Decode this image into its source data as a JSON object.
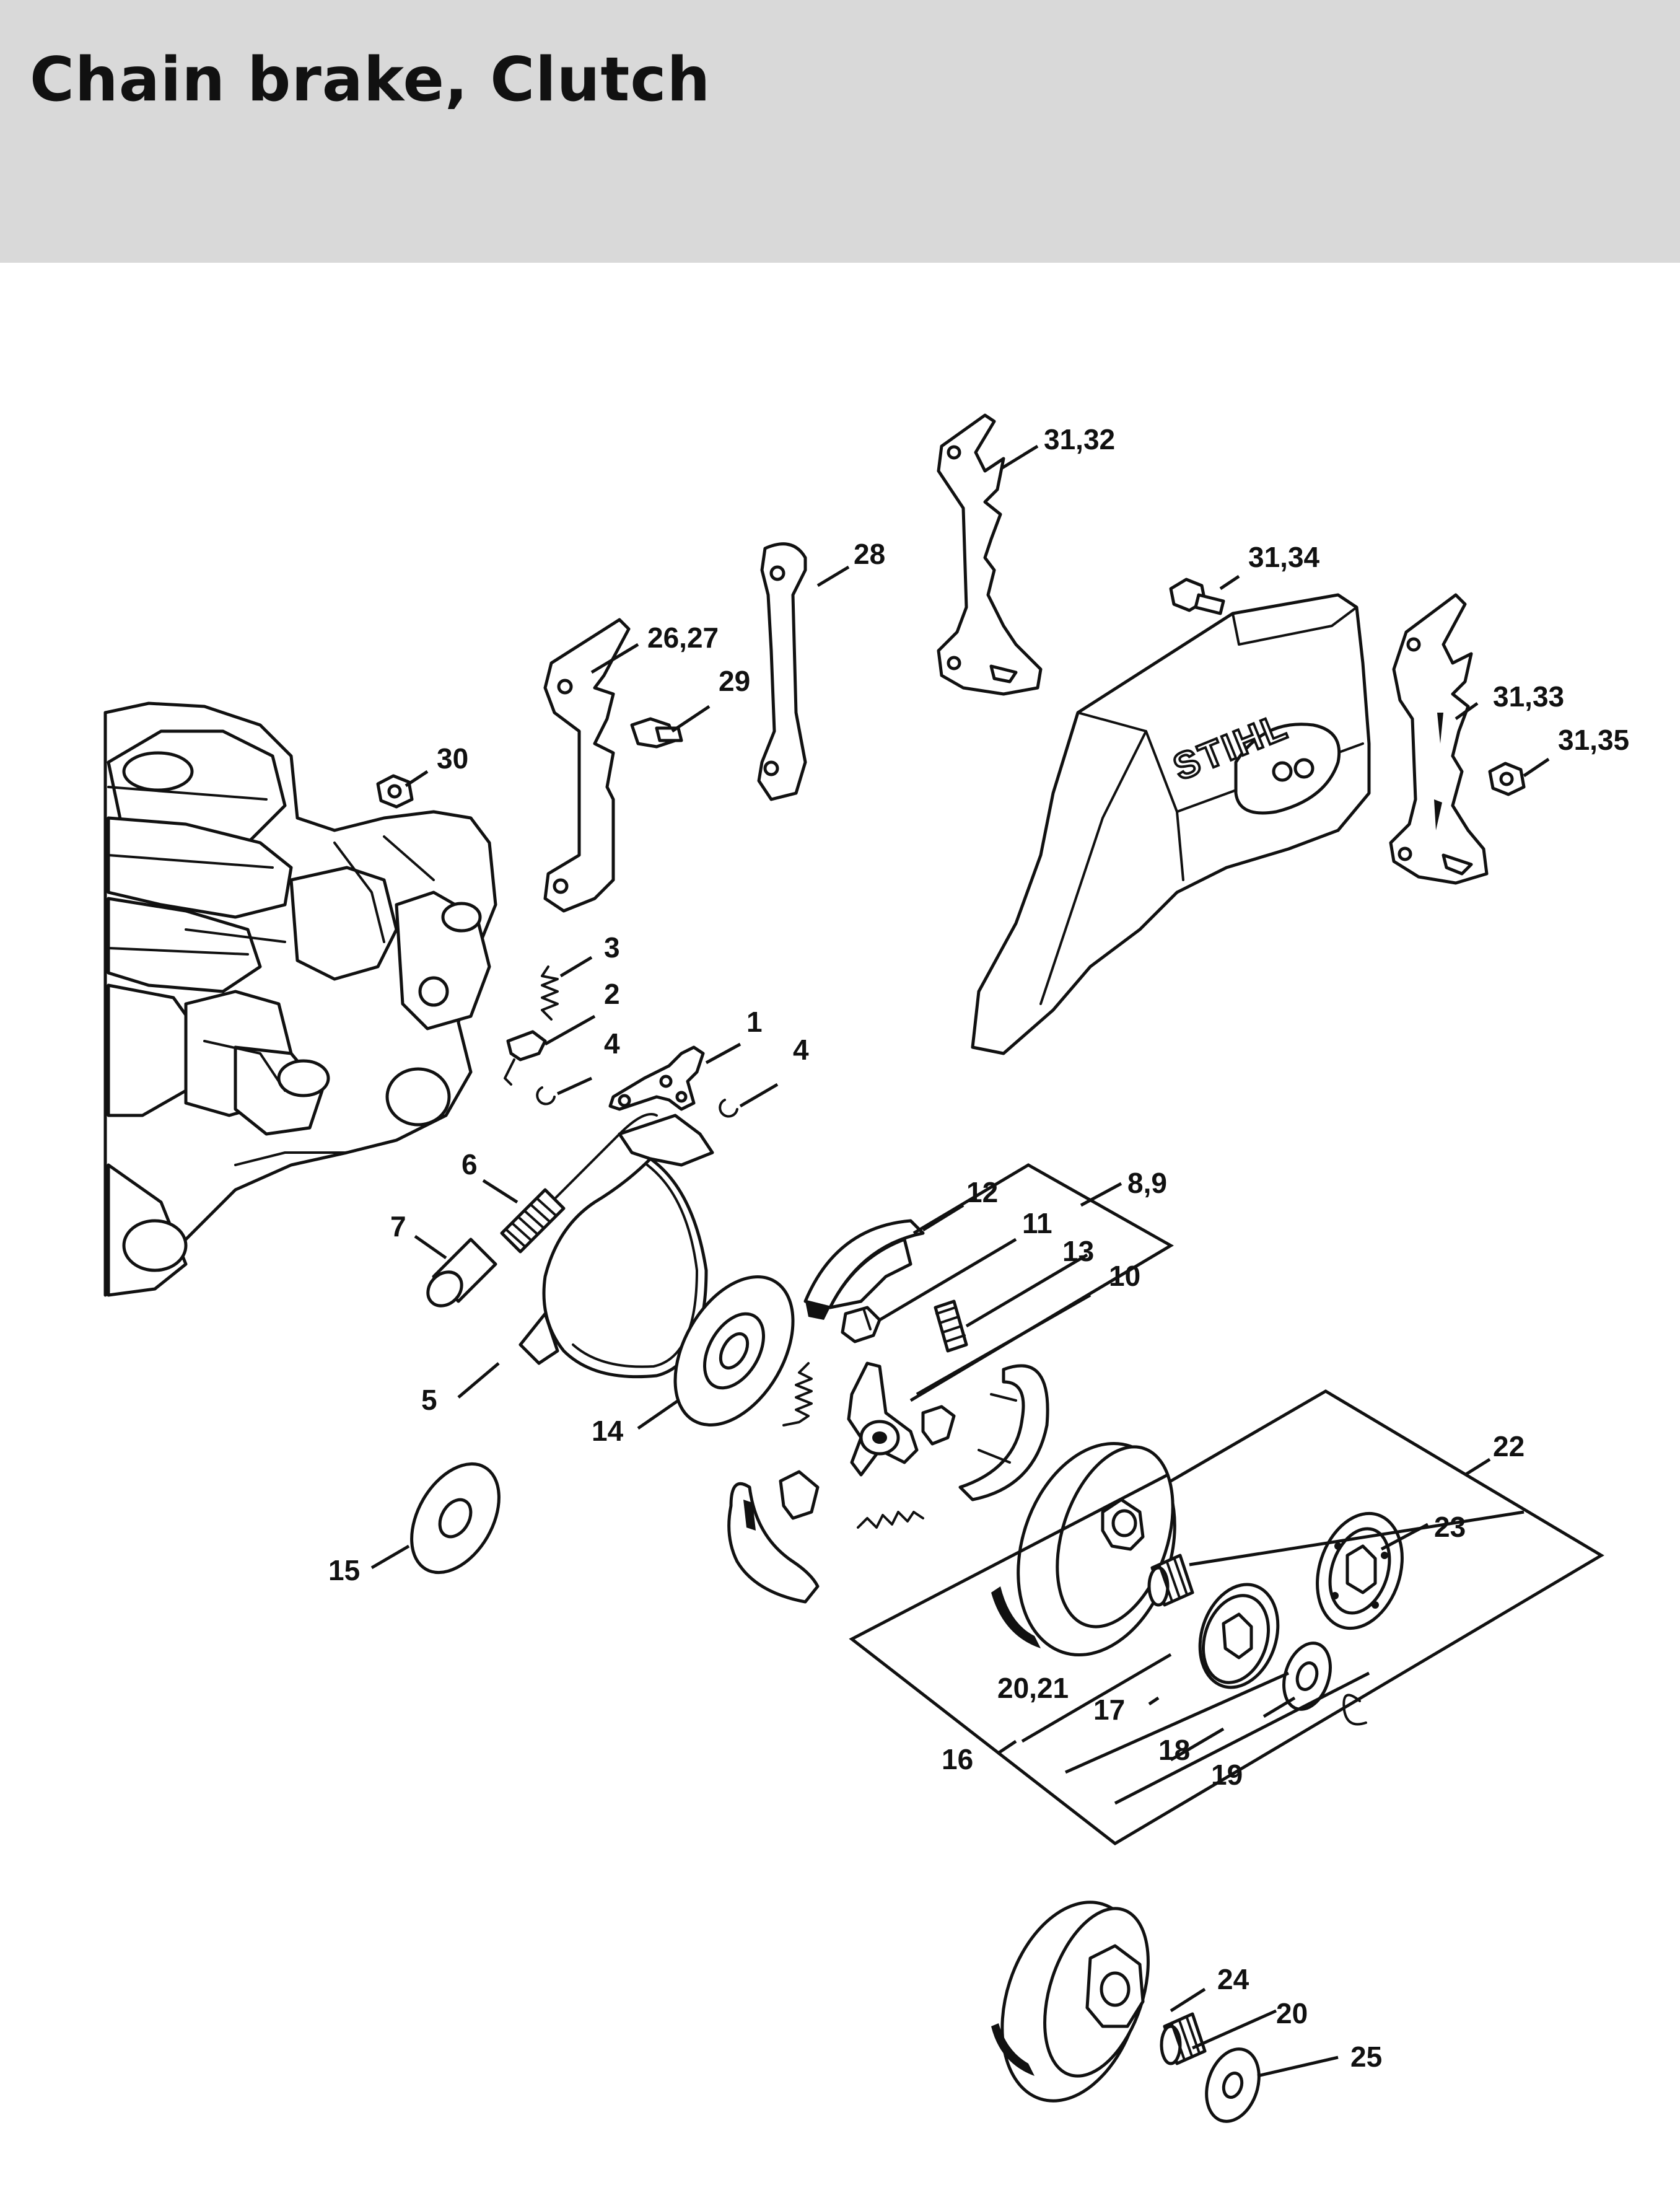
{
  "header": {
    "title": "Chain brake, Clutch"
  },
  "diagram": {
    "logo_text": "STIHL",
    "callouts": {
      "c1": "1",
      "c2": "2",
      "c3": "3",
      "c4a": "4",
      "c4b": "4",
      "c5": "5",
      "c6": "6",
      "c7": "7",
      "c8_9": "8,9",
      "c10": "10",
      "c11": "11",
      "c12": "12",
      "c13": "13",
      "c14": "14",
      "c15": "15",
      "c16": "16",
      "c17": "17",
      "c18": "18",
      "c19": "19",
      "c20_21": "20,21",
      "c20": "20",
      "c22": "22",
      "c23": "23",
      "c24": "24",
      "c25": "25",
      "c26_27": "26,27",
      "c28": "28",
      "c29": "29",
      "c30": "30",
      "c31_32": "31,32",
      "c31_33": "31,33",
      "c31_34": "31,34",
      "c31_35": "31,35"
    }
  }
}
